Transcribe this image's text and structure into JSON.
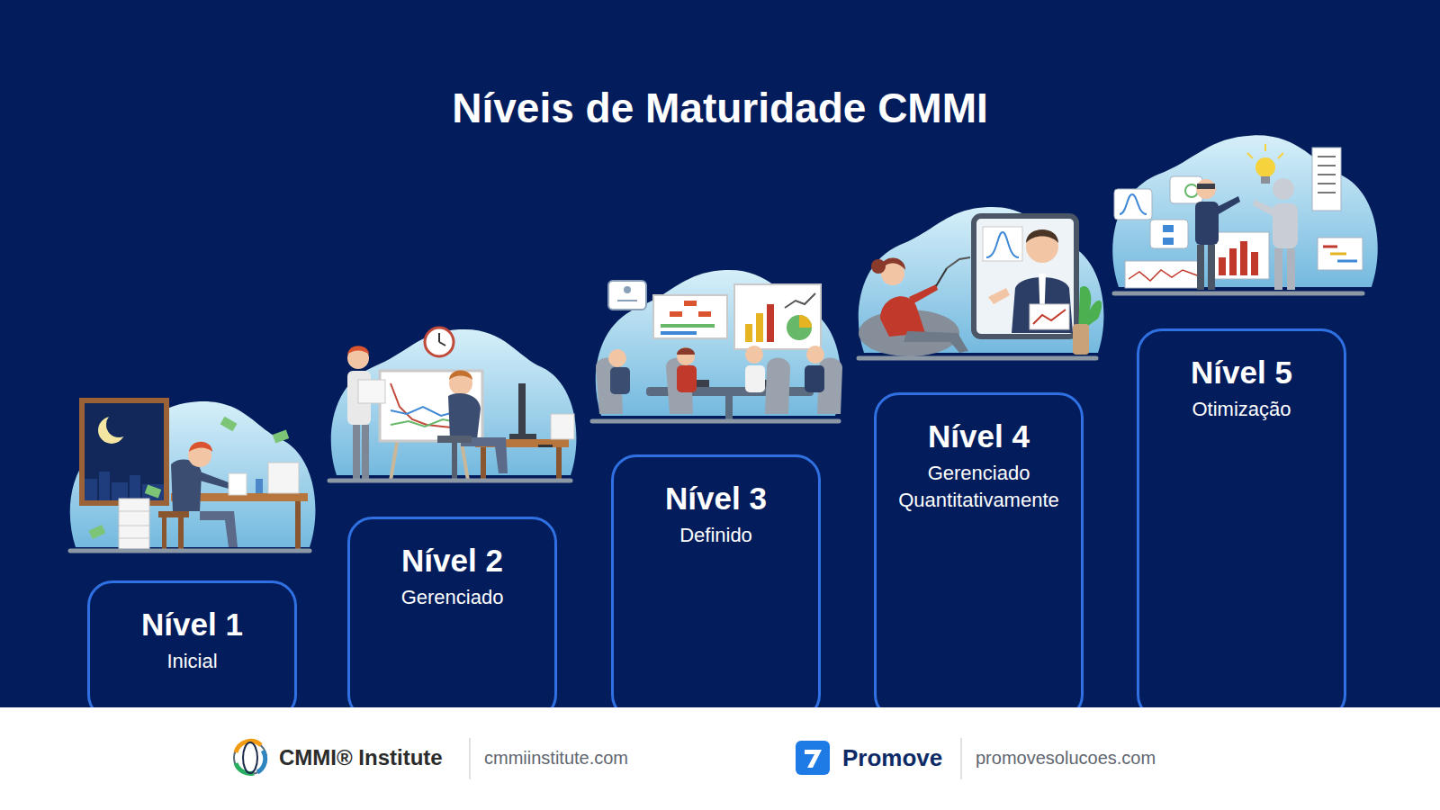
{
  "diagram": {
    "title": "Níveis de Maturidade CMMI",
    "nodes": [
      {
        "text": [
          "Nível 1",
          "Inicial"
        ]
      },
      {
        "text": [
          "Nível 2",
          "Gerenciado"
        ]
      },
      {
        "text": [
          "Nível 3",
          "Definido"
        ]
      },
      {
        "text": [
          "Nível 4",
          "Gerenciado Quantitativamente"
        ]
      },
      {
        "text": [
          "Nível 5",
          "Otimização"
        ]
      }
    ],
    "labels": [
      "CMMI® Institute",
      "cmmiinstitute.com",
      "Promove",
      "promovesolucoes.com"
    ]
  }
}
